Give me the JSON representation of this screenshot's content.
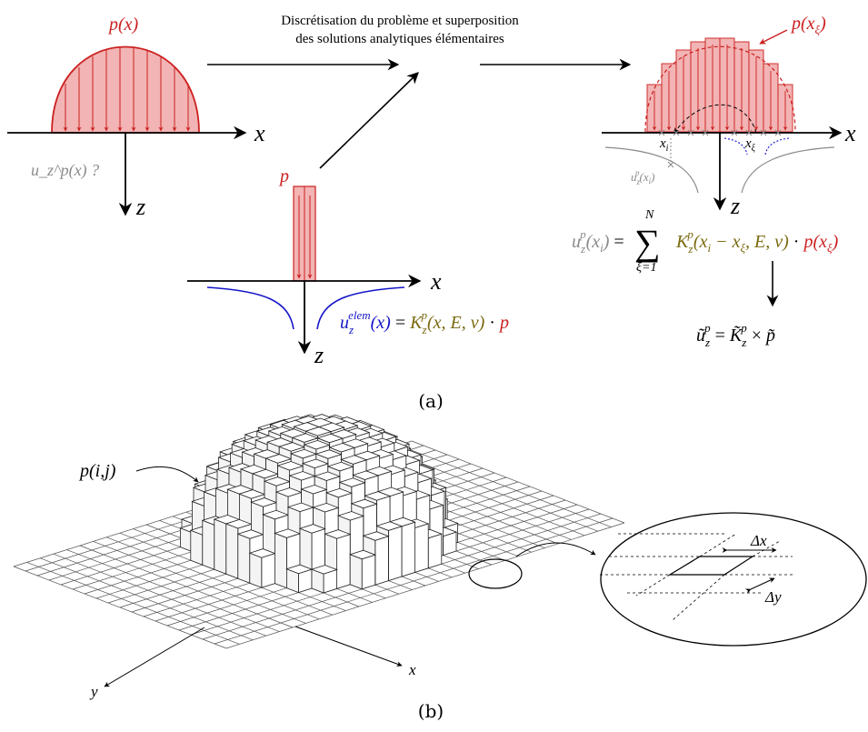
{
  "header": {
    "line1": "Discrétisation du problème et superposition",
    "line2": "des solutions analytiques élémentaires"
  },
  "panel_a": {
    "caption": "(a)",
    "left": {
      "pressure_label": "p(x)",
      "x_axis": "x",
      "z_axis": "z",
      "question": "u_z^p(x) ?"
    },
    "middle": {
      "pressure_label": "p",
      "x_axis": "x",
      "z_axis": "z",
      "equation": {
        "lhs_base": "u",
        "lhs_sub": "z",
        "lhs_sup": "elem",
        "lhs_arg": "(x)",
        "equals": " = ",
        "kernel_base": "K",
        "kernel_sub": "z",
        "kernel_sup": "p",
        "kernel_args": "(x, E, ν)",
        "dot": " · ",
        "p": "p"
      }
    },
    "right": {
      "pressure_label": "p(x_ξ)",
      "x_axis": "x",
      "z_axis": "z",
      "xi_label": "x_i",
      "xxi_label": "x_ξ",
      "uz_label": "u_z^p(x_i)",
      "sum_equation": {
        "lhs": "u_z^p(x_i) =",
        "sum_upper": "N",
        "sum_lower": "ξ=1",
        "kernel": "K_z^p(x_i − x_ξ, E, ν)",
        "dot": "·",
        "p": "p(x_ξ)"
      },
      "matrix_equation": "ũ_z^p = K̃_z^p × p̃"
    }
  },
  "panel_b": {
    "caption": "(b)",
    "pressure_label": "p(i,j)",
    "x_axis": "x",
    "y_axis": "y",
    "dx_label": "Δx",
    "dy_label": "Δy"
  },
  "colors": {
    "pressure_red": "#cc1f1f",
    "pressure_fill": "#f2b4b4",
    "displacement_blue": "#1414c8",
    "kernel_olive": "#7a6a10",
    "displacement_grey": "#8a8a8a"
  }
}
